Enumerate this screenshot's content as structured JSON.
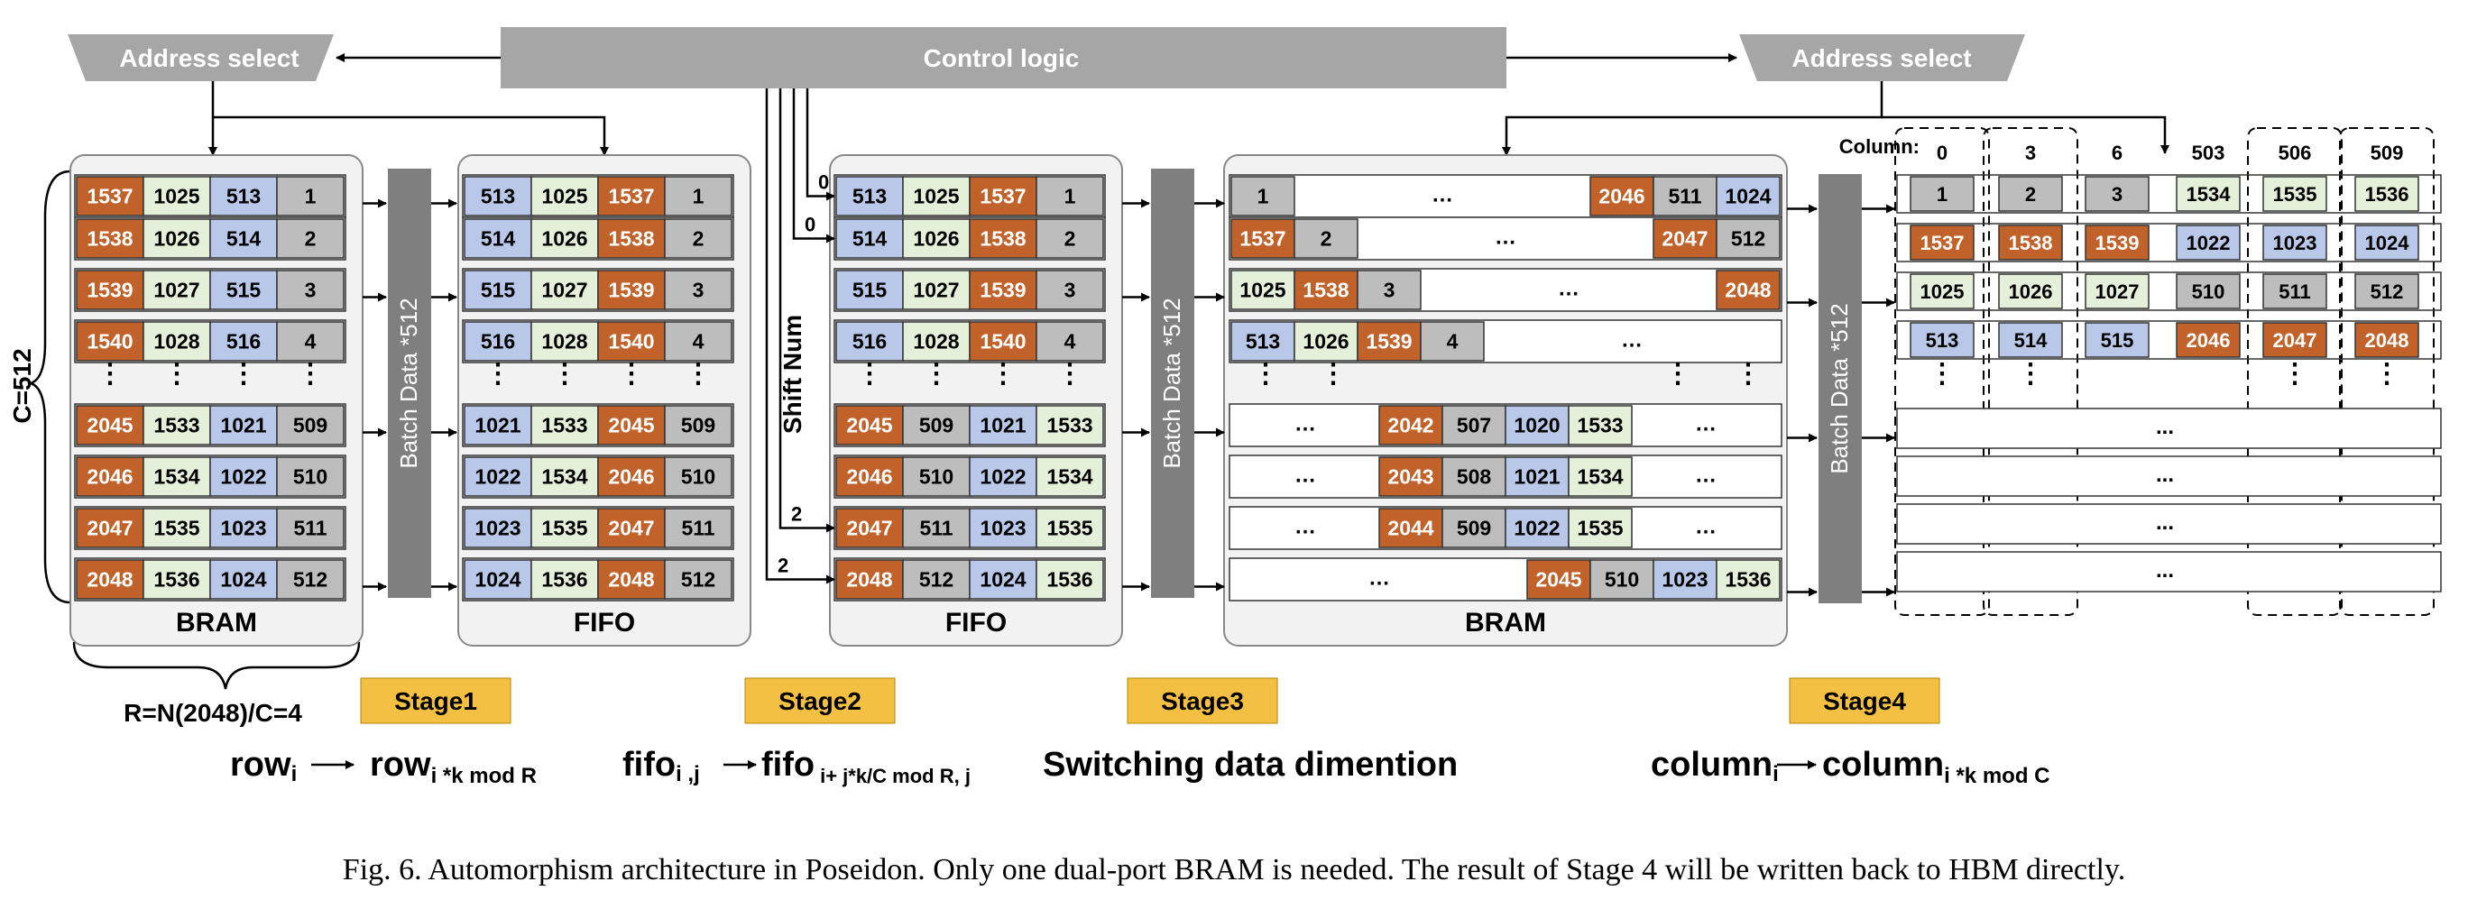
{
  "banner": {
    "control_logic": "Control logic",
    "address_select_left": "Address select",
    "address_select_right": "Address select"
  },
  "colors": {
    "brown": "#c0622a",
    "blue": "#b9c8e8",
    "green": "#e4f0d9",
    "gray": "#bdbdbd",
    "white": "#ffffff",
    "banner": "#a6a6a6",
    "batch_bar": "#7f7f7f",
    "stage_fill": "#f4c043",
    "panel_fill": "#f2f2f2"
  },
  "labels": {
    "c_equals": "C=512",
    "r_equals": "R=N(2048)/C=4",
    "shift_num": "Shift Num",
    "column_prefix": "Column:",
    "batch_data": "Batch Data *512",
    "ellipsis": "..."
  },
  "panels": [
    {
      "name": "BRAM",
      "rows_top": [
        [
          [
            "1537",
            "brown"
          ],
          [
            "1025",
            "green"
          ],
          [
            "513",
            "blue"
          ],
          [
            "1",
            "gray"
          ]
        ],
        [
          [
            "1538",
            "brown"
          ],
          [
            "1026",
            "green"
          ],
          [
            "514",
            "blue"
          ],
          [
            "2",
            "gray"
          ]
        ],
        [
          [
            "1539",
            "brown"
          ],
          [
            "1027",
            "green"
          ],
          [
            "515",
            "blue"
          ],
          [
            "3",
            "gray"
          ]
        ],
        [
          [
            "1540",
            "brown"
          ],
          [
            "1028",
            "green"
          ],
          [
            "516",
            "blue"
          ],
          [
            "4",
            "gray"
          ]
        ]
      ],
      "rows_bottom": [
        [
          [
            "2045",
            "brown"
          ],
          [
            "1533",
            "green"
          ],
          [
            "1021",
            "blue"
          ],
          [
            "509",
            "gray"
          ]
        ],
        [
          [
            "2046",
            "brown"
          ],
          [
            "1534",
            "green"
          ],
          [
            "1022",
            "blue"
          ],
          [
            "510",
            "gray"
          ]
        ],
        [
          [
            "2047",
            "brown"
          ],
          [
            "1535",
            "green"
          ],
          [
            "1023",
            "blue"
          ],
          [
            "511",
            "gray"
          ]
        ],
        [
          [
            "2048",
            "brown"
          ],
          [
            "1536",
            "green"
          ],
          [
            "1024",
            "blue"
          ],
          [
            "512",
            "gray"
          ]
        ]
      ]
    },
    {
      "name": "FIFO",
      "rows_top": [
        [
          [
            "513",
            "blue"
          ],
          [
            "1025",
            "green"
          ],
          [
            "1537",
            "brown"
          ],
          [
            "1",
            "gray"
          ]
        ],
        [
          [
            "514",
            "blue"
          ],
          [
            "1026",
            "green"
          ],
          [
            "1538",
            "brown"
          ],
          [
            "2",
            "gray"
          ]
        ],
        [
          [
            "515",
            "blue"
          ],
          [
            "1027",
            "green"
          ],
          [
            "1539",
            "brown"
          ],
          [
            "3",
            "gray"
          ]
        ],
        [
          [
            "516",
            "blue"
          ],
          [
            "1028",
            "green"
          ],
          [
            "1540",
            "brown"
          ],
          [
            "4",
            "gray"
          ]
        ]
      ],
      "rows_bottom": [
        [
          [
            "1021",
            "blue"
          ],
          [
            "1533",
            "green"
          ],
          [
            "2045",
            "brown"
          ],
          [
            "509",
            "gray"
          ]
        ],
        [
          [
            "1022",
            "blue"
          ],
          [
            "1534",
            "green"
          ],
          [
            "2046",
            "brown"
          ],
          [
            "510",
            "gray"
          ]
        ],
        [
          [
            "1023",
            "blue"
          ],
          [
            "1535",
            "green"
          ],
          [
            "2047",
            "brown"
          ],
          [
            "511",
            "gray"
          ]
        ],
        [
          [
            "1024",
            "blue"
          ],
          [
            "1536",
            "green"
          ],
          [
            "2048",
            "brown"
          ],
          [
            "512",
            "gray"
          ]
        ]
      ]
    },
    {
      "name": "FIFO",
      "rows_top": [
        [
          [
            "513",
            "blue"
          ],
          [
            "1025",
            "green"
          ],
          [
            "1537",
            "brown"
          ],
          [
            "1",
            "gray"
          ]
        ],
        [
          [
            "514",
            "blue"
          ],
          [
            "1026",
            "green"
          ],
          [
            "1538",
            "brown"
          ],
          [
            "2",
            "gray"
          ]
        ],
        [
          [
            "515",
            "blue"
          ],
          [
            "1027",
            "green"
          ],
          [
            "1539",
            "brown"
          ],
          [
            "3",
            "gray"
          ]
        ],
        [
          [
            "516",
            "blue"
          ],
          [
            "1028",
            "green"
          ],
          [
            "1540",
            "brown"
          ],
          [
            "4",
            "gray"
          ]
        ]
      ],
      "rows_bottom": [
        [
          [
            "2045",
            "brown"
          ],
          [
            "509",
            "gray"
          ],
          [
            "1021",
            "blue"
          ],
          [
            "1533",
            "green"
          ]
        ],
        [
          [
            "2046",
            "brown"
          ],
          [
            "510",
            "gray"
          ],
          [
            "1022",
            "blue"
          ],
          [
            "1534",
            "green"
          ]
        ],
        [
          [
            "2047",
            "brown"
          ],
          [
            "511",
            "gray"
          ],
          [
            "1023",
            "blue"
          ],
          [
            "1535",
            "green"
          ]
        ],
        [
          [
            "2048",
            "brown"
          ],
          [
            "512",
            "gray"
          ],
          [
            "1024",
            "blue"
          ],
          [
            "1536",
            "green"
          ]
        ]
      ]
    }
  ],
  "shift_values": [
    "0",
    "0",
    "2",
    "2"
  ],
  "bram2": {
    "name": "BRAM",
    "rows_top": [
      [
        [
          "1",
          "gray"
        ],
        [
          "...",
          "white"
        ],
        [
          "2046",
          "brown"
        ],
        [
          "511",
          "gray"
        ],
        [
          "1024",
          "blue"
        ]
      ],
      [
        [
          "1537",
          "brown"
        ],
        [
          "2",
          "gray"
        ],
        [
          "...",
          "white"
        ],
        [
          "2047",
          "brown"
        ],
        [
          "512",
          "gray"
        ]
      ],
      [
        [
          "1025",
          "green"
        ],
        [
          "1538",
          "brown"
        ],
        [
          "3",
          "gray"
        ],
        [
          "...",
          "white"
        ],
        [
          "2048",
          "brown"
        ]
      ],
      [
        [
          "513",
          "blue"
        ],
        [
          "1026",
          "green"
        ],
        [
          "1539",
          "brown"
        ],
        [
          "4",
          "gray"
        ],
        [
          "...",
          "white"
        ]
      ]
    ],
    "rows_bottom": [
      [
        [
          "...",
          "white"
        ],
        [
          "2042",
          "brown"
        ],
        [
          "507",
          "gray"
        ],
        [
          "1020",
          "blue"
        ],
        [
          "1533",
          "green"
        ],
        [
          "...",
          "white"
        ]
      ],
      [
        [
          "...",
          "white"
        ],
        [
          "2043",
          "brown"
        ],
        [
          "508",
          "gray"
        ],
        [
          "1021",
          "blue"
        ],
        [
          "1534",
          "green"
        ],
        [
          "...",
          "white"
        ]
      ],
      [
        [
          "...",
          "white"
        ],
        [
          "2044",
          "brown"
        ],
        [
          "509",
          "gray"
        ],
        [
          "1022",
          "blue"
        ],
        [
          "1535",
          "green"
        ],
        [
          "...",
          "white"
        ]
      ],
      [
        [
          "...",
          "white"
        ],
        [
          "2045",
          "brown"
        ],
        [
          "510",
          "gray"
        ],
        [
          "1023",
          "blue"
        ],
        [
          "1536",
          "green"
        ]
      ]
    ]
  },
  "output": {
    "column_headers": [
      "0",
      "3",
      "6",
      "503",
      "506",
      "509"
    ],
    "rows": [
      [
        [
          "1",
          "gray"
        ],
        [
          "2",
          "gray"
        ],
        [
          "3",
          "gray"
        ],
        [
          "1534",
          "green"
        ],
        [
          "1535",
          "green"
        ],
        [
          "1536",
          "green"
        ]
      ],
      [
        [
          "1537",
          "brown"
        ],
        [
          "1538",
          "brown"
        ],
        [
          "1539",
          "brown"
        ],
        [
          "1022",
          "blue"
        ],
        [
          "1023",
          "blue"
        ],
        [
          "1024",
          "blue"
        ]
      ],
      [
        [
          "1025",
          "green"
        ],
        [
          "1026",
          "green"
        ],
        [
          "1027",
          "green"
        ],
        [
          "510",
          "gray"
        ],
        [
          "511",
          "gray"
        ],
        [
          "512",
          "gray"
        ]
      ],
      [
        [
          "513",
          "blue"
        ],
        [
          "514",
          "blue"
        ],
        [
          "515",
          "blue"
        ],
        [
          "2046",
          "brown"
        ],
        [
          "2047",
          "brown"
        ],
        [
          "2048",
          "brown"
        ]
      ]
    ],
    "bottom_rows": [
      "...",
      "...",
      "...",
      "..."
    ]
  },
  "stages": [
    "Stage1",
    "Stage2",
    "Stage3",
    "Stage4"
  ],
  "formulas": [
    {
      "a": "row",
      "a_sub": "i",
      "b": "row",
      "b_sub": "i *k mod R"
    },
    {
      "a": "fifo",
      "a_sub": "i ,j",
      "b": "fifo",
      "b_sub": "i+ j*k/C mod R, j"
    },
    {
      "text": "Switching data dimention"
    },
    {
      "a": "column",
      "a_sub": "i",
      "b": "column",
      "b_sub": "i *k mod C"
    }
  ],
  "caption": "Fig. 6.  Automorphism architecture in Poseidon. Only one dual-port BRAM is needed. The result of Stage 4 will be written back to HBM directly."
}
